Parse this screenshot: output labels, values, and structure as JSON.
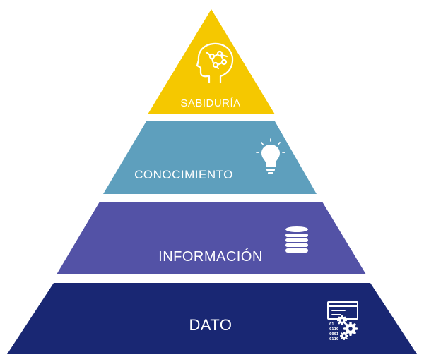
{
  "pyramid": {
    "levels": [
      {
        "label": "SABIDURÍA",
        "icon": "head-brain-icon",
        "color": "#f5c800"
      },
      {
        "label": "CONOCIMIENTO",
        "icon": "lightbulb-icon",
        "color": "#5e9fbd"
      },
      {
        "label": "INFORMACIÓN",
        "icon": "database-icon",
        "color": "#5352a6"
      },
      {
        "label": "DATO",
        "icon": "data-processing-icon",
        "color": "#192773"
      }
    ],
    "data_icon_binary": [
      "01",
      "0110",
      "0001",
      "0110"
    ]
  }
}
